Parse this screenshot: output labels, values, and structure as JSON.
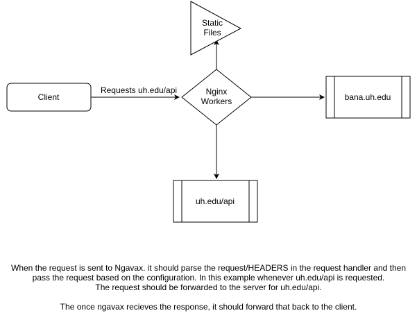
{
  "nodes": {
    "client": "Client",
    "nginx_line1": "Nginx",
    "nginx_line2": "Workers",
    "static_line1": "Static",
    "static_line2": "Files",
    "bana": "bana.uh.edu",
    "api": "uh.edu/api"
  },
  "edges": {
    "client_to_nginx": "Requests uh.edu/api"
  },
  "caption": {
    "line1": "When the request is sent to Ngavax. it should parse the request/HEADERS in the request handler and then",
    "line2": "pass the request based on the configuration. In this example whenever uh.edu/api is requested.",
    "line3": "The request should be forwarded to the server for uh.edu/api.",
    "line4": "The once ngavax recieves the response, it should forward that back to the client."
  }
}
